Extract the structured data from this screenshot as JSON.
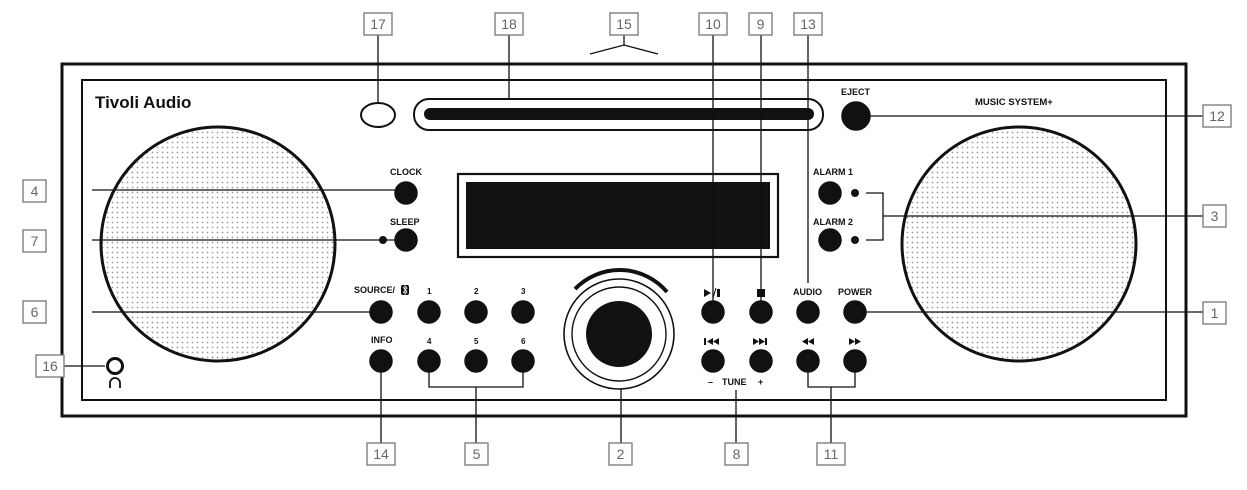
{
  "brand": "Tivoli Audio",
  "model": "MUSIC SYSTEM+",
  "labels": {
    "eject": "EJECT",
    "clock": "CLOCK",
    "sleep": "SLEEP",
    "source": "SOURCE/",
    "info": "INFO",
    "alarm1": "ALARM 1",
    "alarm2": "ALARM 2",
    "audio": "AUDIO",
    "power": "POWER",
    "tune": "TUNE",
    "tune_minus": "–",
    "tune_plus": "+"
  },
  "presets": [
    "1",
    "2",
    "3",
    "4",
    "5",
    "6"
  ],
  "icons": {
    "bluetooth": "bluetooth-icon",
    "headphones": "headphones-icon",
    "play_pause": "play-pause-icon",
    "stop": "stop-icon",
    "prev": "skip-back-icon",
    "next": "skip-forward-icon",
    "rewind": "rewind-icon",
    "fast_forward": "fast-forward-icon"
  },
  "callouts": {
    "c1": "1",
    "c2": "2",
    "c3": "3",
    "c4": "4",
    "c5": "5",
    "c6": "6",
    "c7": "7",
    "c8": "8",
    "c9": "9",
    "c10": "10",
    "c11": "11",
    "c12": "12",
    "c13": "13",
    "c14": "14",
    "c15": "15",
    "c16": "16",
    "c17": "17",
    "c18": "18"
  },
  "colors": {
    "ink": "#111111",
    "callout": "#777777"
  }
}
